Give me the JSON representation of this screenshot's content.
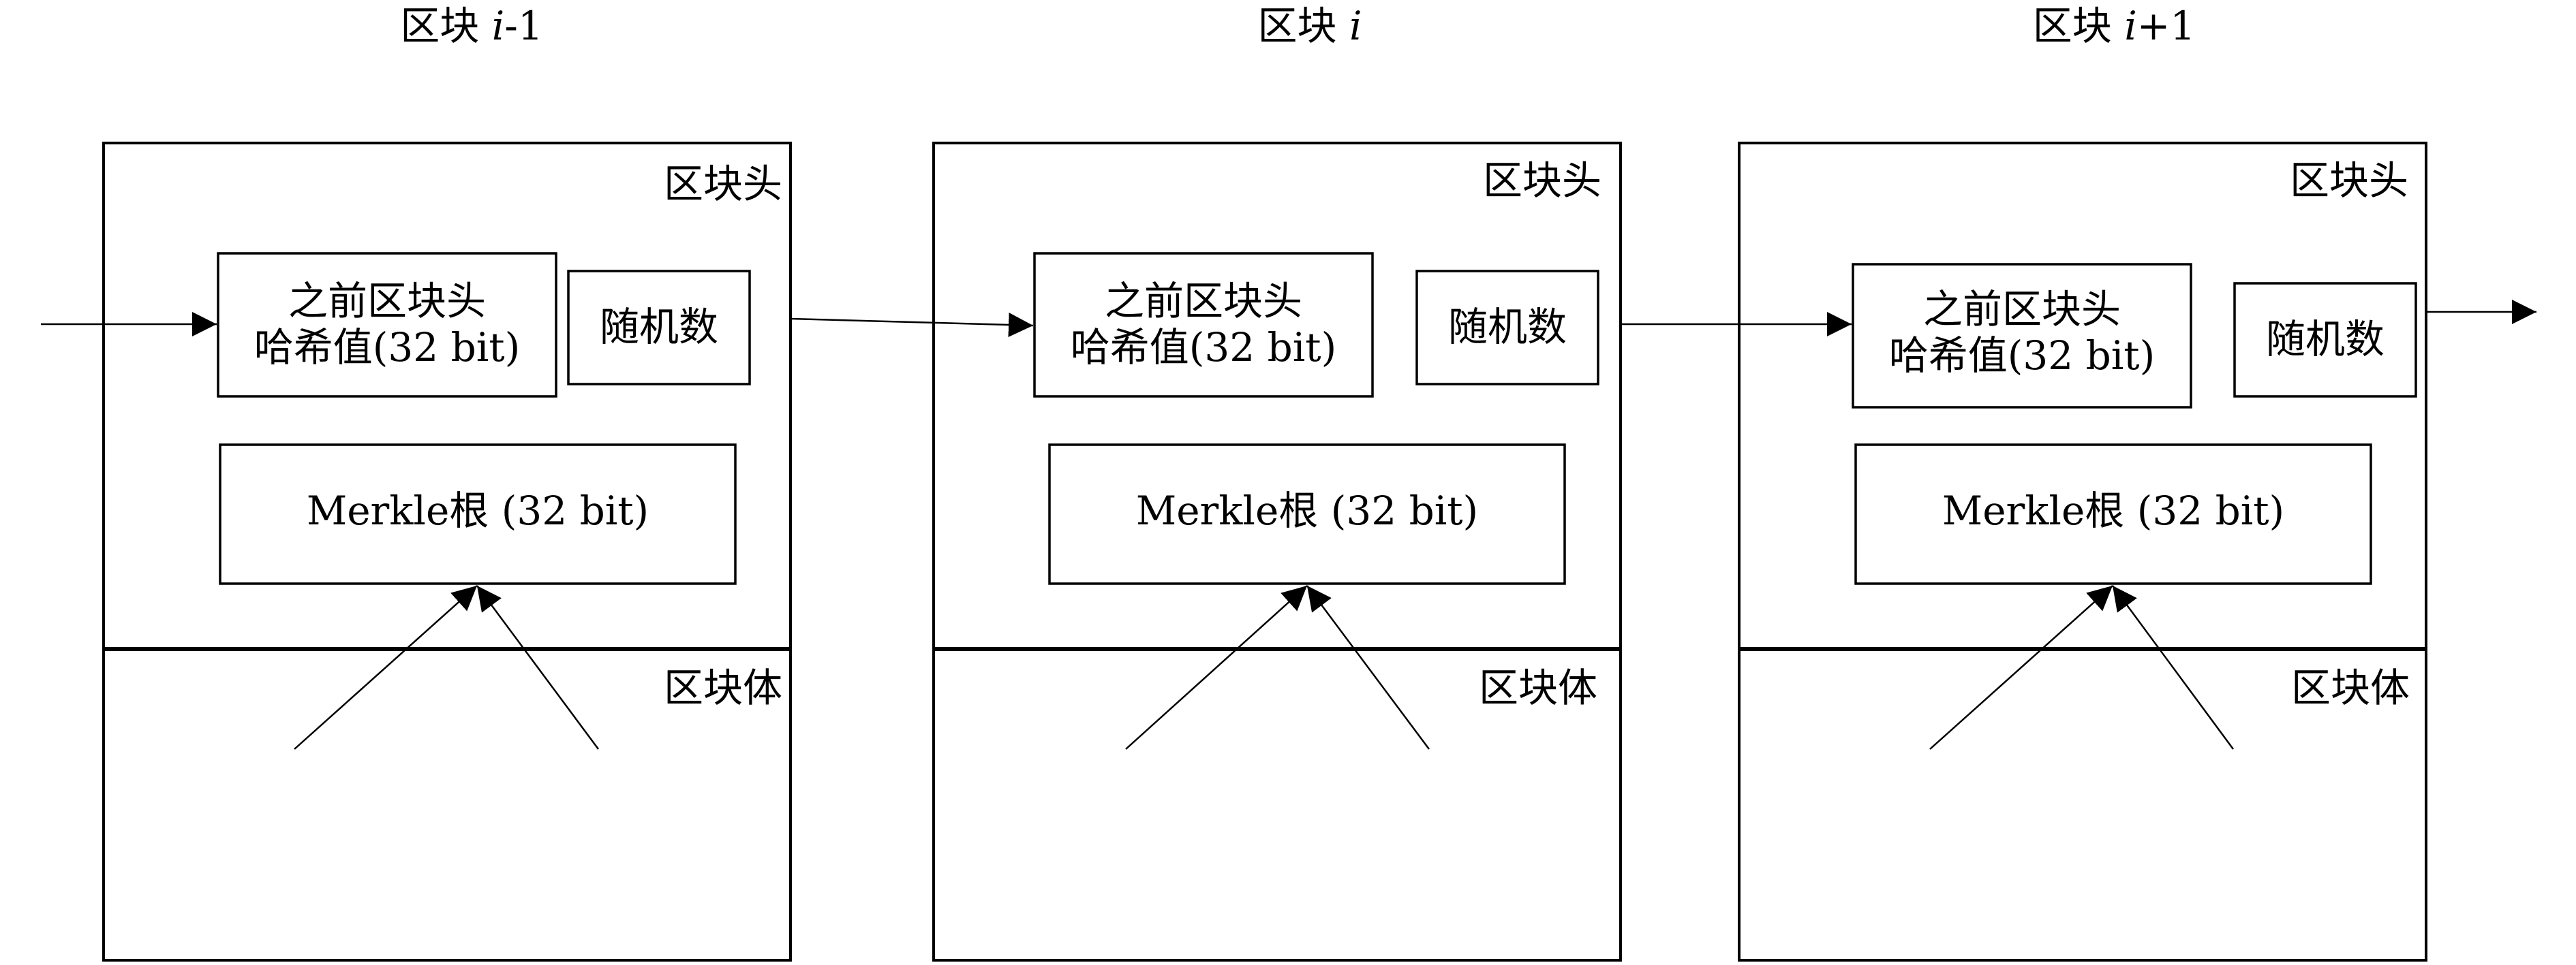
{
  "blocks": [
    {
      "title_prefix": "区块",
      "title_var": "i",
      "title_suffix": "-1",
      "header_label": "区块头",
      "prev_hash_line1": "之前区块头",
      "prev_hash_line2": "哈希值(32 bit)",
      "nonce": "随机数",
      "merkle": "Merkle根 (32 bit)",
      "body_label": "区块体"
    },
    {
      "title_prefix": "区块",
      "title_var": "i",
      "title_suffix": "",
      "header_label": "区块头",
      "prev_hash_line1": "之前区块头",
      "prev_hash_line2": "哈希值(32 bit)",
      "nonce": "随机数",
      "merkle": "Merkle根 (32 bit)",
      "body_label": "区块体"
    },
    {
      "title_prefix": "区块",
      "title_var": "i",
      "title_suffix": "+1",
      "header_label": "区块头",
      "prev_hash_line1": "之前区块头",
      "prev_hash_line2": "哈希值(32 bit)",
      "nonce": "随机数",
      "merkle": "Merkle根 (32 bit)",
      "body_label": "区块体"
    }
  ]
}
